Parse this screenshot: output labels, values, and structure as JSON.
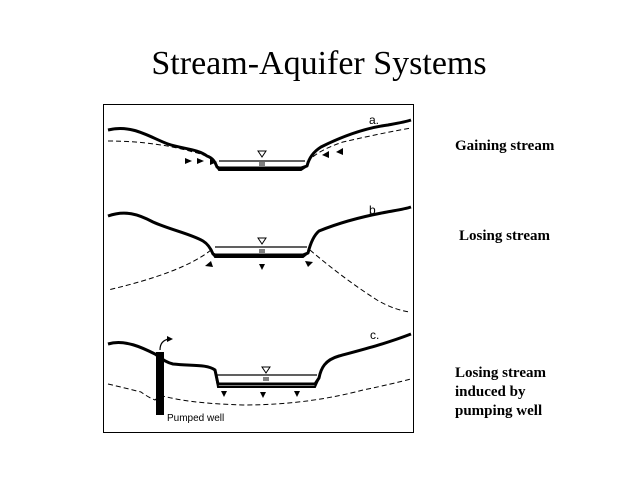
{
  "title": "Stream-Aquifer Systems",
  "panels": [
    {
      "letter": "a.",
      "caption": "Gaining stream"
    },
    {
      "letter": "b.",
      "caption": "Losing stream"
    },
    {
      "letter": "c.",
      "caption_lines": [
        "Losing stream",
        "induced by",
        "pumping well"
      ]
    }
  ],
  "well_label": "Pumped well",
  "icons": {
    "water_level": "water-table-triangle-icon",
    "flow": "flow-arrowhead-icon",
    "discharge": "curved-discharge-arrow-icon"
  }
}
